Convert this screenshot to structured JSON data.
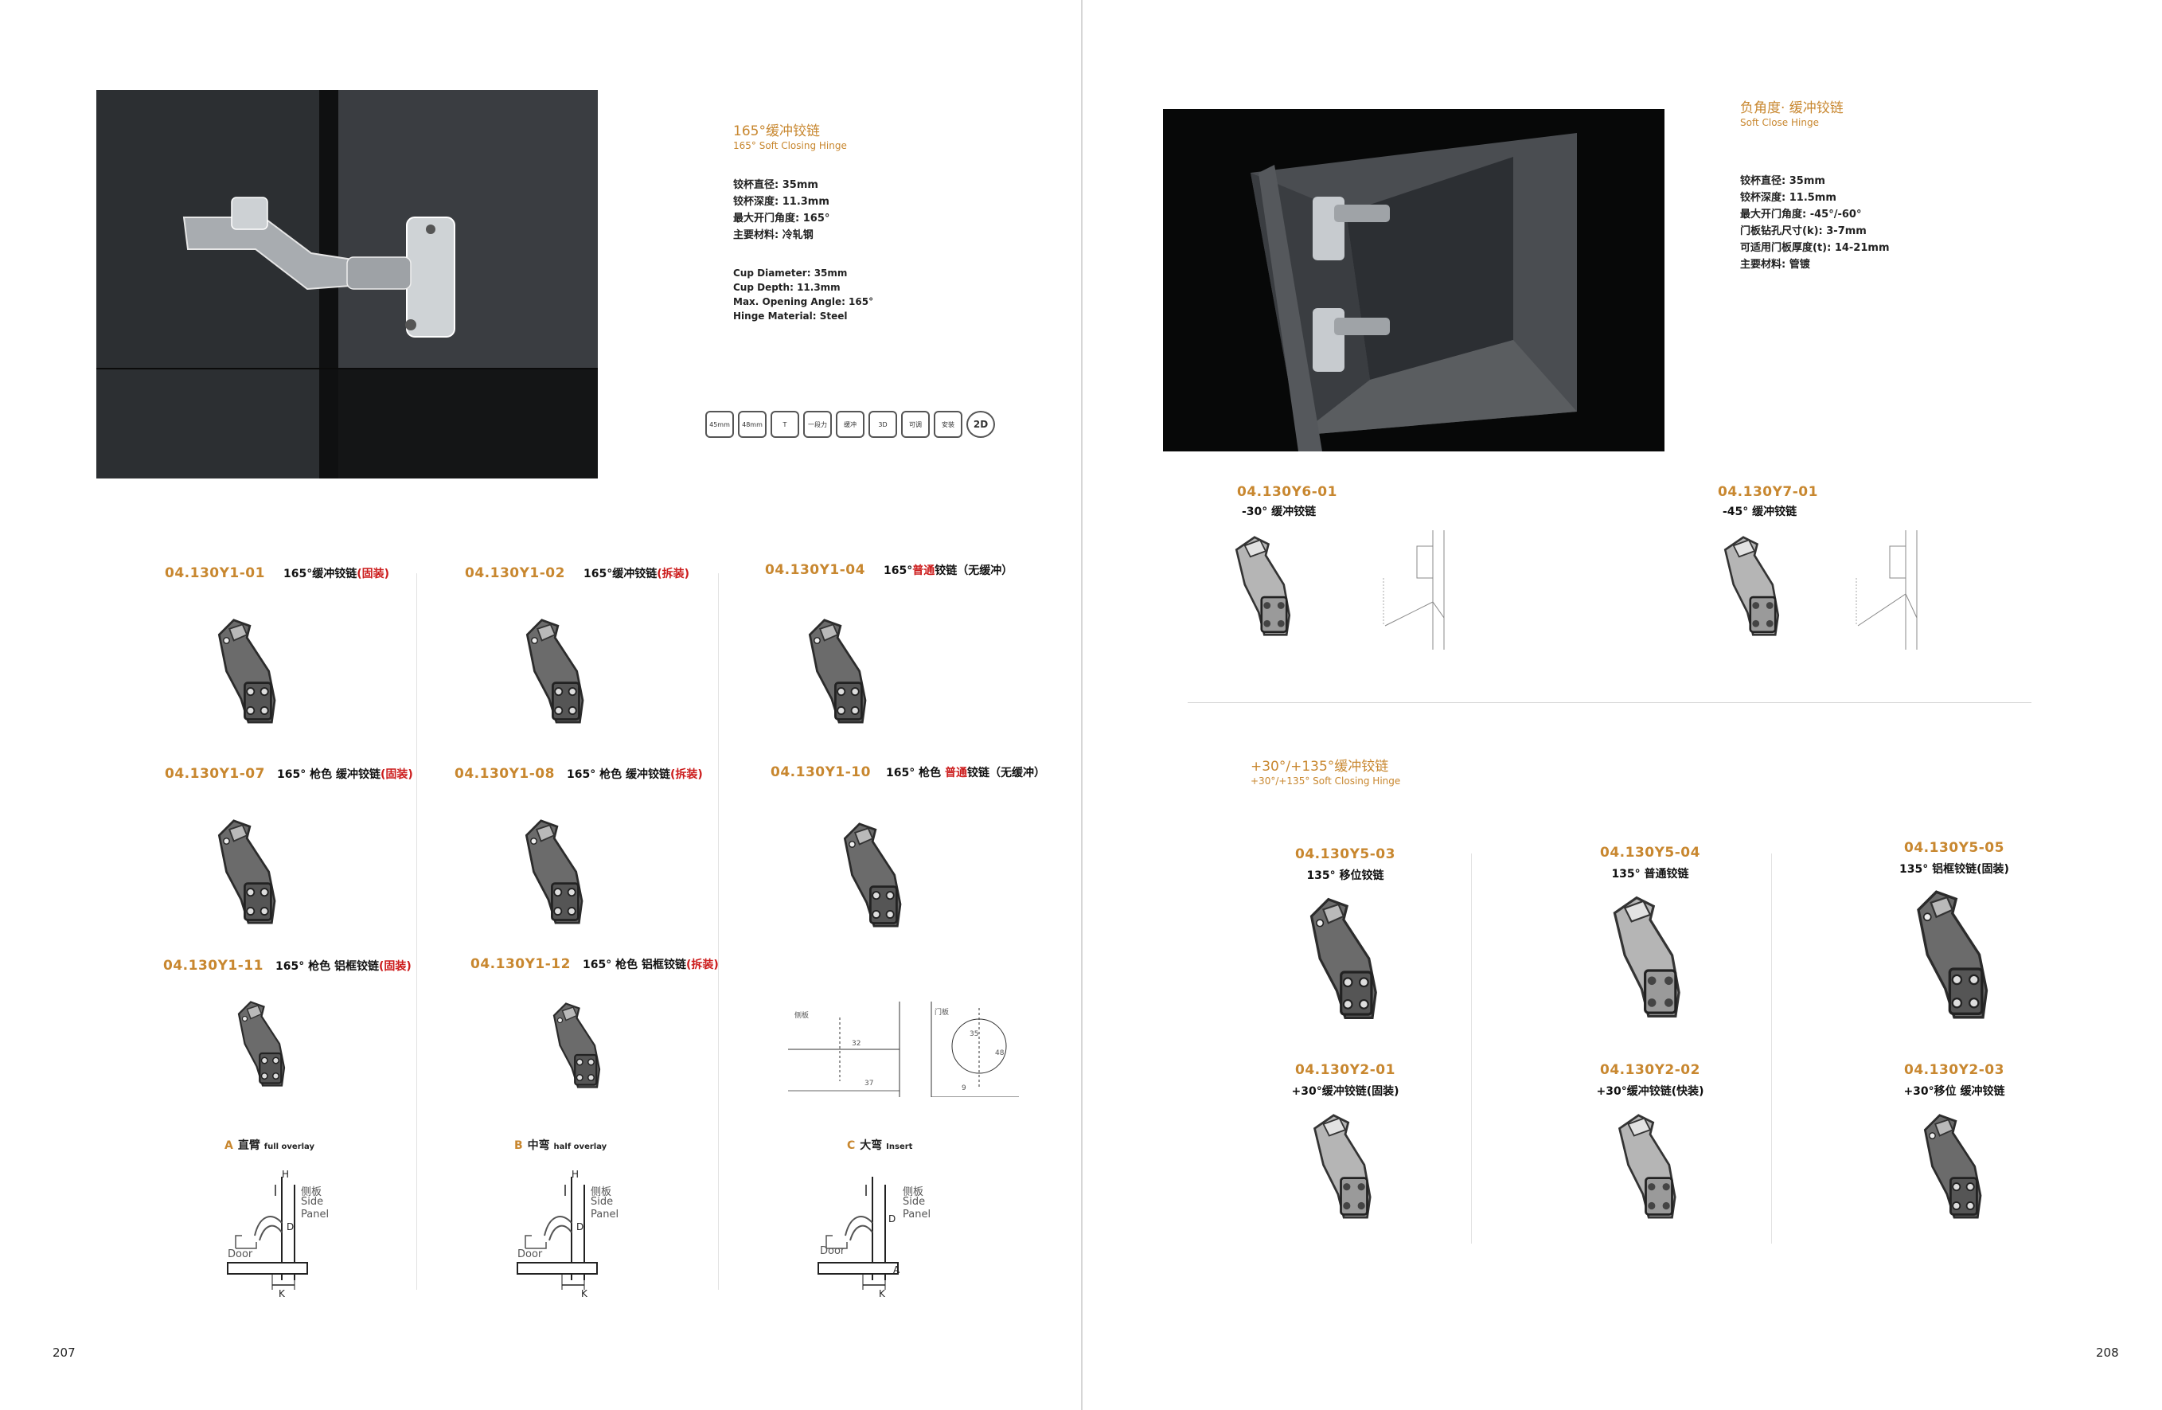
{
  "pages": {
    "left": "207",
    "right": "208"
  },
  "left_header": {
    "title_cn": "165°缓冲铰链",
    "title_en": "165° Soft Closing Hinge",
    "specs_cn": [
      "铰杯直径: 35mm",
      "铰杯深度: 11.3mm",
      "最大开门角度: 165°",
      "主要材料: 冷轧钢"
    ],
    "specs_en": [
      "Cup Diameter: 35mm",
      "Cup Depth: 11.3mm",
      "Max. Opening Angle: 165°",
      "Hinge Material: Steel"
    ],
    "feature_icons": [
      "45mm",
      "48mm",
      "T",
      "一段力",
      "缓冲",
      "3D",
      "可调",
      "安装",
      "2D"
    ]
  },
  "left_products": [
    {
      "code": "04.130Y1-01",
      "name": "165°缓冲铰链",
      "tag": "(固装)",
      "tag_red": true
    },
    {
      "code": "04.130Y1-02",
      "name": "165°缓冲铰链",
      "tag": "(拆装)",
      "tag_red": true
    },
    {
      "code": "04.130Y1-04",
      "name_a": "165°",
      "name_red": "普通",
      "name_b": "铰链（无缓冲）"
    },
    {
      "code": "04.130Y1-07",
      "name": "165° 枪色 缓冲铰链",
      "tag": "(固装)",
      "tag_red": true
    },
    {
      "code": "04.130Y1-08",
      "name": "165° 枪色 缓冲铰链",
      "tag": "(拆装)",
      "tag_red": true
    },
    {
      "code": "04.130Y1-10",
      "name_a": "165° 枪色 ",
      "name_red": "普通",
      "name_b": "铰链（无缓冲）"
    },
    {
      "code": "04.130Y1-11",
      "name": "165° 枪色 铝框铰链",
      "tag": "(固装)",
      "tag_red": true
    },
    {
      "code": "04.130Y1-12",
      "name": "165° 枪色 铝框铰链",
      "tag": "(拆装)",
      "tag_red": true
    }
  ],
  "drill_diagram": {
    "label_a": "侧板",
    "label_b": "门板",
    "dim_1": "32",
    "dim_2": "37",
    "dim_3": "48",
    "dim_4": "9",
    "circle": "35"
  },
  "overlay_diagrams": [
    {
      "letter": "A",
      "cn": "直臂",
      "en": "full overlay"
    },
    {
      "letter": "B",
      "cn": "中弯",
      "en": "half overlay"
    },
    {
      "letter": "C",
      "cn": "大弯",
      "en": "Insert"
    }
  ],
  "overlay_labels": {
    "side_cn": "侧板",
    "side_en1": "Side",
    "side_en2": "Panel",
    "door": "Door",
    "h": "H",
    "d": "D",
    "k": "K",
    "a": "A"
  },
  "right_header": {
    "title_cn": "负角度· 缓冲铰链",
    "title_en": "Soft Close Hinge",
    "specs_cn": [
      "铰杯直径: 35mm",
      "铰杯深度: 11.5mm",
      "最大开门角度: -45°/-60°",
      "门板钻孔尺寸(k): 3-7mm",
      "可适用门板厚度(t): 14-21mm",
      "主要材料: 管镀"
    ]
  },
  "neg_products": [
    {
      "code": "04.130Y6-01",
      "name": "-30° 缓冲铰链"
    },
    {
      "code": "04.130Y7-01",
      "name": "-45° 缓冲铰链"
    }
  ],
  "section2": {
    "title_cn": "+30°/+135°缓冲铰链",
    "title_en": "+30°/+135° Soft Closing Hinge"
  },
  "right_products": [
    {
      "code": "04.130Y5-03",
      "name": "135° 移位铰链"
    },
    {
      "code": "04.130Y5-04",
      "name": "135° 普通铰链"
    },
    {
      "code": "04.130Y5-05",
      "name": "135° 铝框铰链(固装)"
    },
    {
      "code": "04.130Y2-01",
      "name": "+30°缓冲铰链(固装)"
    },
    {
      "code": "04.130Y2-02",
      "name": "+30°缓冲铰链(快装)"
    },
    {
      "code": "04.130Y2-03",
      "name": "+30°移位 缓冲铰链"
    }
  ],
  "colors": {
    "accent": "#c8872f",
    "red": "#cc1b1b"
  }
}
